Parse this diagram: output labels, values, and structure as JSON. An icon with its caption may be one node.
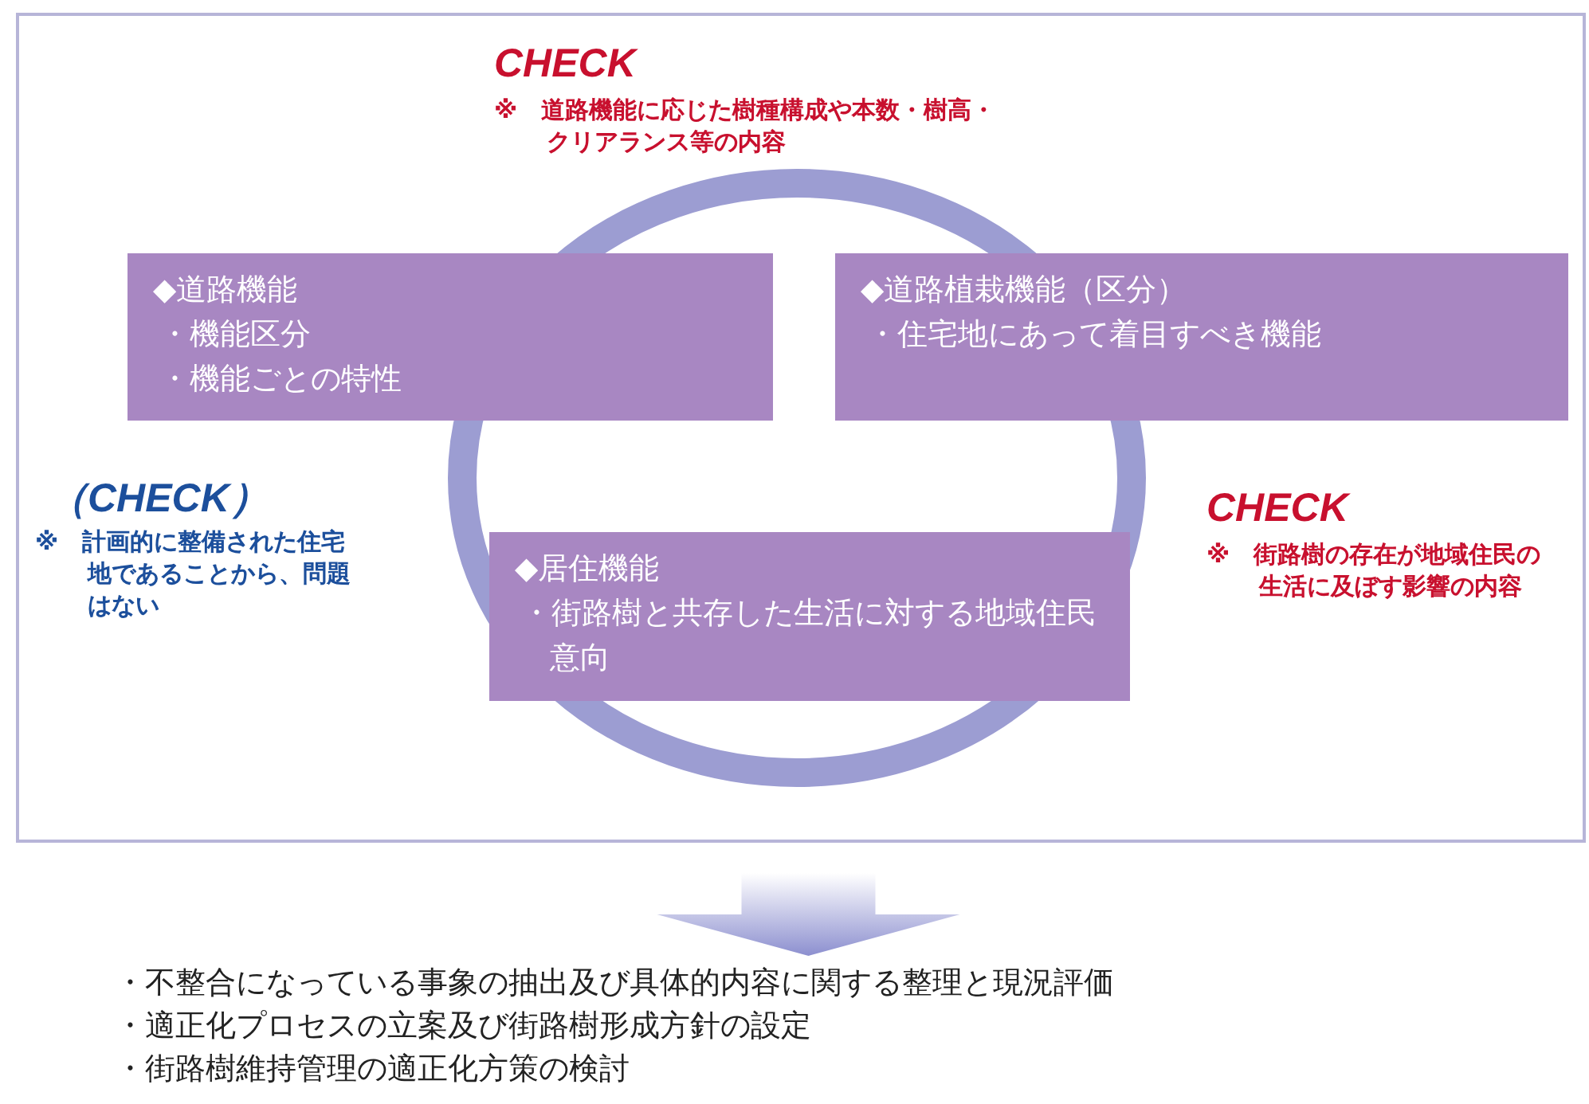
{
  "diagram": {
    "nodes": [
      {
        "text": [],
        "shape": "box"
      },
      {
        "text": [
          "◆道路機能",
          "・機能区分",
          "・機能ごとの特性"
        ],
        "in": 0
      },
      {
        "text": [
          "◆道路植栽機能（区分）",
          "・住宅地にあって着目すべき機能"
        ],
        "in": 0
      },
      {
        "text": [
          "◆居住機能",
          "・街路樹と共存した生活に対する地域住民意向"
        ],
        "in": 0
      },
      {
        "text": [
          "・不整合になっている事象の抽出及び具体的内容に関する整理と現況評価",
          "・適正化プロセスの立案及び街路樹形成方針の設定",
          "・街路樹維持管理の適正化方策の検討"
        ]
      }
    ],
    "edges": [
      {
        "from": 0,
        "to": 4,
        "arrow": "to",
        "style": "thick"
      }
    ],
    "labels": [
      "CHECK",
      "※　道路機能に応じた樹種構成や本数・樹高・クリアランス等の内容",
      "（CHECK）",
      "※　計画的に整備された住宅地であることから、問題はない",
      "CHECK",
      "※　街路樹の存在が地域住民の生活に及ぼす影響の内容"
    ]
  }
}
